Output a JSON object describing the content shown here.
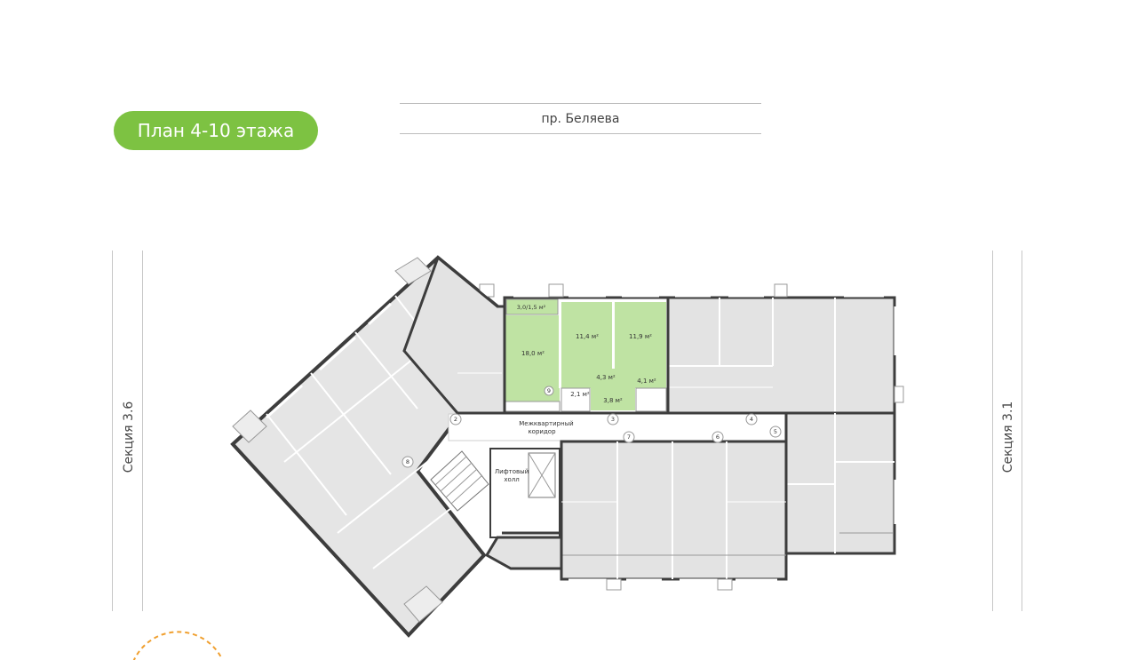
{
  "header": {
    "floor_badge": "План 4-10 этажа",
    "street_name": "пр. Беляева"
  },
  "sections": {
    "left": "Секция 3.6",
    "right": "Секция 3.1"
  },
  "colors": {
    "accent_green": "#7dc242",
    "selected_room_fill": "#bfe3a3",
    "room_fill": "#e3e3e3",
    "wall": "#3d3d3d",
    "compass_dash": "#f0a030"
  },
  "selected_apartment": {
    "rooms": [
      {
        "area": "3,0/1,5 м²"
      },
      {
        "area": "18,0 м²"
      },
      {
        "area": "11,4 м²"
      },
      {
        "area": "11,9 м²"
      },
      {
        "area": "4,3 м²"
      },
      {
        "area": "4,1 м²"
      },
      {
        "area": "2,1 м²"
      },
      {
        "area": "3,8 м²"
      }
    ]
  },
  "common_areas": {
    "corridor_line1": "Межквартирный",
    "corridor_line2": "коридор",
    "lift_line1": "Лифтовый",
    "lift_line2": "холл"
  },
  "door_numbers": [
    "2",
    "3",
    "4",
    "5",
    "6",
    "7",
    "8",
    "9"
  ]
}
